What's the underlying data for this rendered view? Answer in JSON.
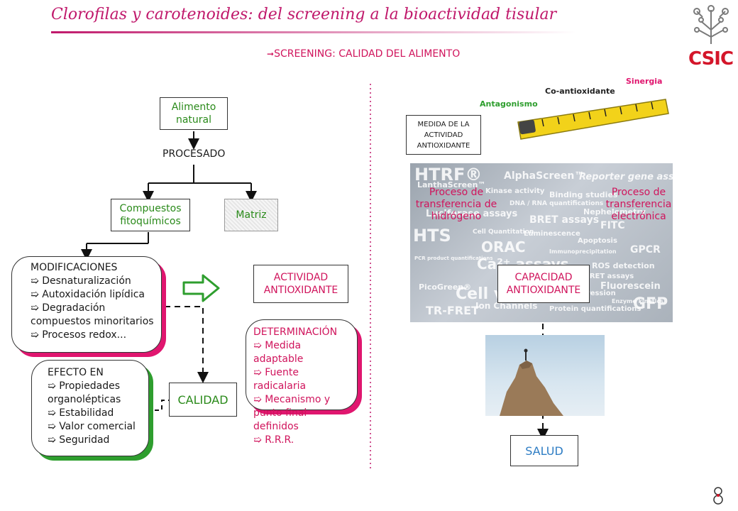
{
  "header": {
    "title": "Clorofilas y carotenoides: del screening a la bioactividad tisular",
    "section": "SCREENING: CALIDAD DEL ALIMENTO",
    "logo_text": "CSIC"
  },
  "left_flow": {
    "alimento": "Alimento natural",
    "procesado": "PROCESADO",
    "compuestos": "Compuestos fitoquímicos",
    "matriz": "Matriz",
    "modificaciones": {
      "heading": "MODIFICACIONES",
      "items": [
        "Desnaturalización",
        "Autoxidación lipídica",
        "Degradación compuestos minoritarios",
        "Procesos redox..."
      ]
    },
    "efecto": {
      "heading": "EFECTO EN",
      "items": [
        "Propiedades organolépticas",
        "Estabilidad",
        "Valor comercial",
        "Seguridad"
      ]
    },
    "calidad": "CALIDAD",
    "actividad": "ACTIVIDAD ANTIOXIDANTE",
    "determinacion": {
      "heading": "DETERMINACIÓN",
      "items": [
        "Medida adaptable",
        "Fuente radicalaria",
        "Mecanismo y punto final definidos",
        "R.R.R."
      ]
    },
    "bullet": "➯"
  },
  "right_flow": {
    "medida": "MEDIDA DE LA ACTIVIDAD ANTIOXIDANTE",
    "sinergia": "Sinergia",
    "coantioxidante": "Co-antioxidante",
    "antagonismo": "Antagonismo",
    "proceso_h": "Proceso de transferencia de hidrógeno",
    "proceso_e": "Proceso de transferencia electrónica",
    "capacidad": "CAPACIDAD ANTIOXIDANTE",
    "salud": "SALUD"
  },
  "assay_words": [
    "HTRF®",
    "AlphaScreen™",
    "Reporter gene assays",
    "LanthaScreen™",
    "Kinase activity",
    "Binding studies",
    "DNA / RNA quantifications",
    "Nephelometry",
    "Luciferase assays",
    "BRET assays",
    "FITC",
    "HTS",
    "Cell Quantitation",
    "Luminescence",
    "Apoptosis",
    "GPCR",
    "ORAC",
    "Immunoprecipitation",
    "Ca²⁺ assays",
    "ROS detection",
    "PCR product quantifications",
    "FRET assays",
    "Fluorescein",
    "PicoGreen®",
    "Cell viability",
    "GFP",
    "TR-FRET",
    "Ion Channels",
    "Protein quantifications",
    "Enzyme kinetics",
    "Gene expression"
  ],
  "colors": {
    "title": "#c0186b",
    "pink": "#e0166f",
    "green": "#2e9e2e",
    "divider": "#c0186b"
  }
}
